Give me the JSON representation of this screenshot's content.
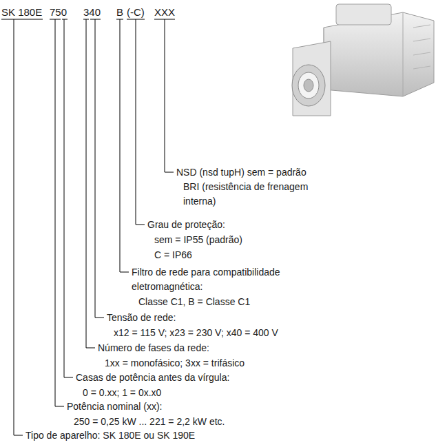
{
  "diagram": {
    "labels": [
      "SK 180E",
      "750",
      "340",
      "B",
      "(-C)",
      "XXX",
      "NSD (nsd tupH) sem = padrão",
      "BRI (resistência de frenagem interna)",
      "Grau de proteção:",
      "sem = IP55 (padrão)",
      "C = IP66",
      "Filtro de rede para compatibilidade eletromagnética:",
      "Classe C1, B = Classe C1",
      "Tensão de rede:",
      "x12 = 115 V; x23 = 230 V; x40 = 400 V",
      "Número de fases da rede:",
      "1xx = monofásico; 3xx = trifásico",
      "Casas de potência antes da vírgula:",
      "0 = 0.xx; 1 = 0x.x0",
      "Potência nominal (xx):",
      "250 = 0,25 kW ... 221 = 2,2 kW etc.",
      "Tipo de aparelho: SK 180E ou SK 190E"
    ]
  }
}
